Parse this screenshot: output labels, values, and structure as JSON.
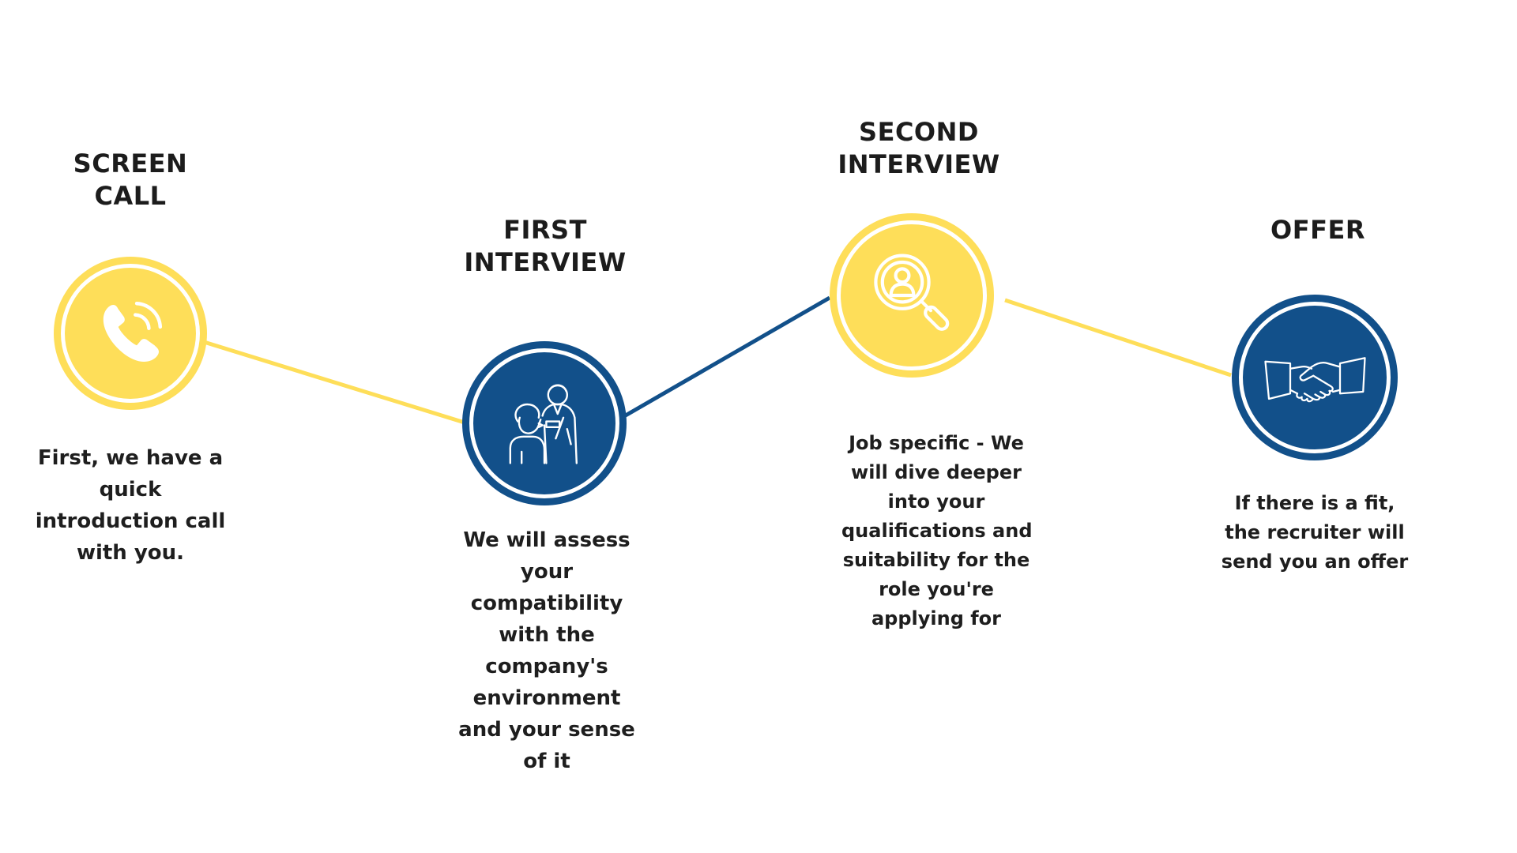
{
  "colors": {
    "yellow": "#FEDE59",
    "blue": "#12508A",
    "text": "#1C1C1C",
    "background": "#FFFFFF"
  },
  "steps": [
    {
      "title_lines": [
        "SCREEN",
        "CALL"
      ],
      "icon": "phone-icon",
      "color": "yellow",
      "description_lines": [
        "First, we have a",
        "quick",
        "introduction call",
        "with you."
      ]
    },
    {
      "title_lines": [
        "FIRST",
        "INTERVIEW"
      ],
      "icon": "interview-people-icon",
      "color": "blue",
      "description_lines": [
        "We will assess",
        "your",
        "compatibility",
        "with the",
        "company's",
        "environment",
        "and your sense",
        "of it"
      ]
    },
    {
      "title_lines": [
        "SECOND",
        "INTERVIEW"
      ],
      "icon": "magnifier-person-icon",
      "color": "yellow",
      "description_lines": [
        "Job specific - We",
        "will dive deeper",
        "into your",
        "qualifications and",
        "suitability for the",
        "role you're",
        "applying for"
      ]
    },
    {
      "title_lines": [
        "OFFER"
      ],
      "icon": "handshake-icon",
      "color": "blue",
      "description_lines": [
        "If there is a fit,",
        "the recruiter will",
        "send you an offer"
      ]
    }
  ]
}
